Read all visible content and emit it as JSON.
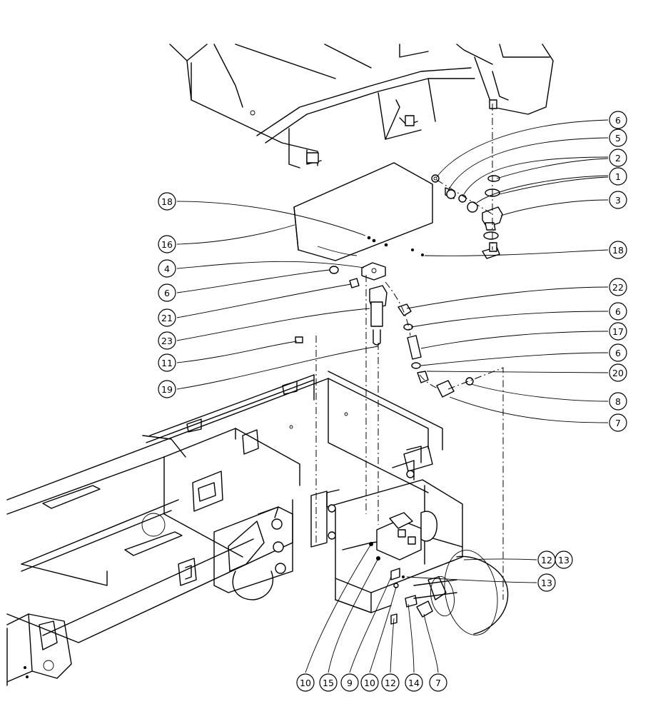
{
  "diagram": {
    "callouts": [
      {
        "id": "c6a",
        "label": "6"
      },
      {
        "id": "c5",
        "label": "5"
      },
      {
        "id": "c2",
        "label": "2"
      },
      {
        "id": "c1",
        "label": "1"
      },
      {
        "id": "c3",
        "label": "3"
      },
      {
        "id": "c18a",
        "label": "18"
      },
      {
        "id": "c16",
        "label": "16"
      },
      {
        "id": "c18b",
        "label": "18"
      },
      {
        "id": "c4",
        "label": "4"
      },
      {
        "id": "c6b",
        "label": "6"
      },
      {
        "id": "c22",
        "label": "22"
      },
      {
        "id": "c21",
        "label": "21"
      },
      {
        "id": "c6c",
        "label": "6"
      },
      {
        "id": "c23",
        "label": "23"
      },
      {
        "id": "c17",
        "label": "17"
      },
      {
        "id": "c11",
        "label": "11"
      },
      {
        "id": "c6d",
        "label": "6"
      },
      {
        "id": "c20",
        "label": "20"
      },
      {
        "id": "c19",
        "label": "19"
      },
      {
        "id": "c8",
        "label": "8"
      },
      {
        "id": "c7a",
        "label": "7"
      },
      {
        "id": "c1213a",
        "label": "12"
      },
      {
        "id": "c1213b",
        "label": "13"
      },
      {
        "id": "c13",
        "label": "13"
      },
      {
        "id": "c10a",
        "label": "10"
      },
      {
        "id": "c15",
        "label": "15"
      },
      {
        "id": "c9",
        "label": "9"
      },
      {
        "id": "c10b",
        "label": "10"
      },
      {
        "id": "c12",
        "label": "12"
      },
      {
        "id": "c14",
        "label": "14"
      },
      {
        "id": "c7b",
        "label": "7"
      }
    ]
  }
}
